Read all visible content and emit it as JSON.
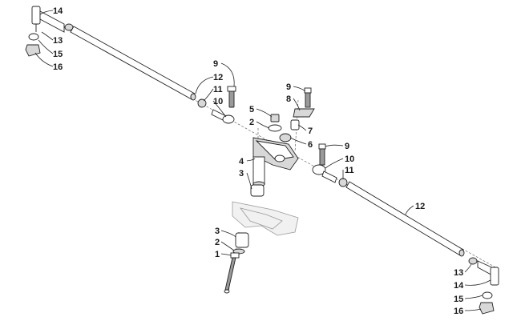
{
  "diagram": {
    "callouts": [
      "14",
      "13",
      "15",
      "16",
      "9",
      "12",
      "11",
      "10",
      "9",
      "8",
      "5",
      "2",
      "7",
      "6",
      "4",
      "3",
      "9",
      "10",
      "11",
      "12",
      "3",
      "2",
      "1",
      "13",
      "14",
      "15",
      "16"
    ]
  }
}
